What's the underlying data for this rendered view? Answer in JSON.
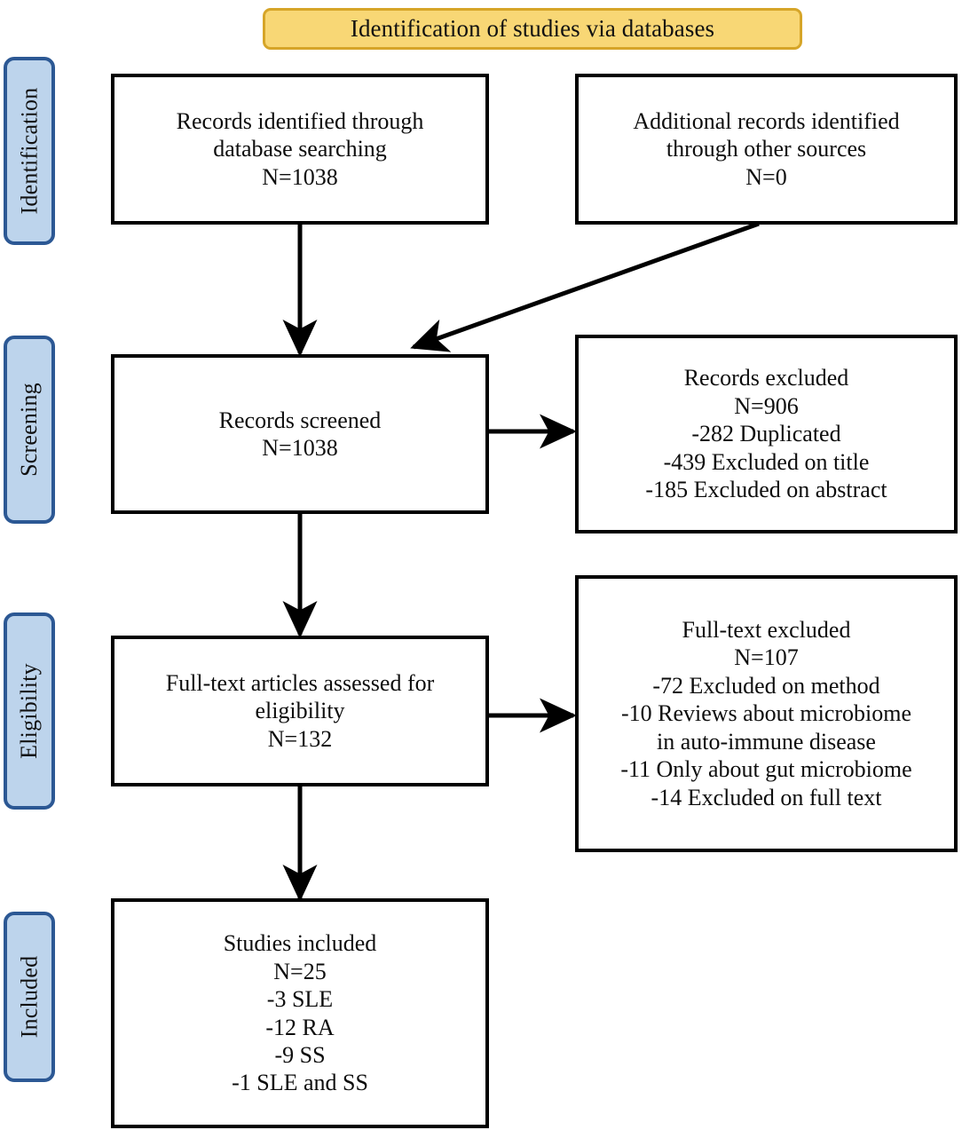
{
  "figure": {
    "type": "prisma-flow-diagram",
    "title": "Identification of studies via databases",
    "colors": {
      "banner_fill": "#F8D775",
      "banner_border": "#D6A528",
      "stage_fill": "#BDD4EC",
      "stage_border": "#2C5894",
      "box_border": "#000000",
      "box_fill": "#FFFFFF",
      "connector": "#000000"
    }
  },
  "stages": [
    {
      "id": "identification",
      "label": "Identification"
    },
    {
      "id": "screening",
      "label": "Screening"
    },
    {
      "id": "eligibility",
      "label": "Eligibility"
    },
    {
      "id": "included",
      "label": "Included"
    }
  ],
  "boxes": {
    "records_identified": {
      "id": "records-identified",
      "lines": [
        "Records identified through",
        "database searching",
        "N=1038"
      ],
      "count": 1038
    },
    "additional_records": {
      "id": "additional-records",
      "lines": [
        "Additional records identified",
        "through other sources",
        "N=0"
      ],
      "count": 0
    },
    "records_screened": {
      "id": "records-screened",
      "lines": [
        "Records screened",
        "N=1038"
      ],
      "count": 1038
    },
    "records_excluded": {
      "id": "records-excluded",
      "lines": [
        "Records excluded",
        "N=906",
        "-282 Duplicated",
        "-439 Excluded on title",
        "-185 Excluded on abstract"
      ],
      "count": 906,
      "breakdown": [
        {
          "n": 282,
          "reason": "Duplicated"
        },
        {
          "n": 439,
          "reason": "Excluded on title"
        },
        {
          "n": 185,
          "reason": "Excluded on abstract"
        }
      ]
    },
    "fulltext_assessed": {
      "id": "fulltext-assessed",
      "lines": [
        "Full-text articles assessed for",
        "eligibility",
        "N=132"
      ],
      "count": 132
    },
    "fulltext_excluded": {
      "id": "fulltext-excluded",
      "lines": [
        "Full-text excluded",
        "N=107",
        "-72 Excluded on method",
        "-10 Reviews about microbiome",
        "in auto-immune disease",
        "-11 Only about gut microbiome",
        "-14 Excluded on full text"
      ],
      "count": 107,
      "breakdown": [
        {
          "n": 72,
          "reason": "Excluded on method"
        },
        {
          "n": 10,
          "reason": "Reviews about microbiome in auto-immune disease"
        },
        {
          "n": 11,
          "reason": "Only about gut microbiome"
        },
        {
          "n": 14,
          "reason": "Excluded on full text"
        }
      ]
    },
    "studies_included": {
      "id": "studies-included",
      "lines": [
        "Studies included",
        "N=25",
        "-3 SLE",
        "-12 RA",
        "-9 SS",
        "-1 SLE and SS"
      ],
      "count": 25,
      "breakdown": [
        {
          "n": 3,
          "group": "SLE"
        },
        {
          "n": 12,
          "group": "RA"
        },
        {
          "n": 9,
          "group": "SS"
        },
        {
          "n": 1,
          "group": "SLE and SS"
        }
      ]
    }
  },
  "connectors": [
    {
      "from": "records_identified",
      "to": "records_screened",
      "kind": "vertical-arrow"
    },
    {
      "from": "additional_records",
      "to": "records_screened",
      "kind": "diagonal-arrow"
    },
    {
      "from": "records_screened",
      "to": "records_excluded",
      "kind": "horizontal-arrow"
    },
    {
      "from": "records_screened",
      "to": "fulltext_assessed",
      "kind": "vertical-arrow"
    },
    {
      "from": "fulltext_assessed",
      "to": "fulltext_excluded",
      "kind": "horizontal-arrow"
    },
    {
      "from": "fulltext_assessed",
      "to": "studies_included",
      "kind": "vertical-arrow"
    }
  ]
}
